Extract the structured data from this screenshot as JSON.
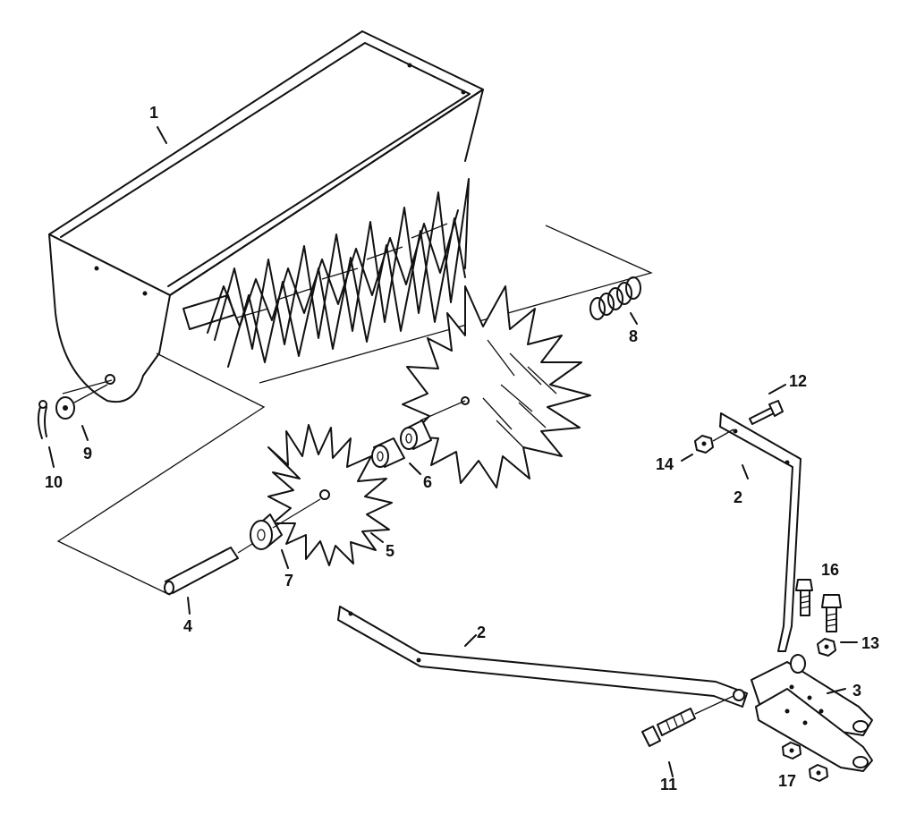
{
  "callouts": {
    "c1": "1",
    "c2a": "2",
    "c2b": "2",
    "c3": "3",
    "c4": "4",
    "c5": "5",
    "c6": "6",
    "c7": "7",
    "c8": "8",
    "c9": "9",
    "c10": "10",
    "c11": "11",
    "c12": "12",
    "c13": "13",
    "c14": "14",
    "c16": "16",
    "c17": "17"
  }
}
